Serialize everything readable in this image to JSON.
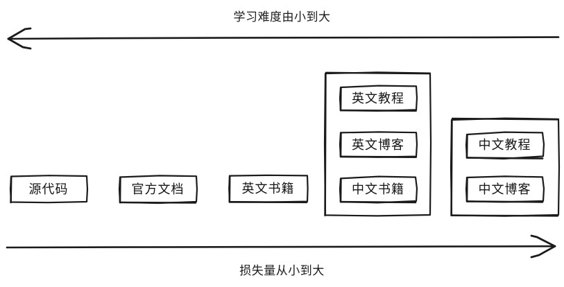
{
  "diagram": {
    "top_axis": {
      "label": "学习难度由小到大",
      "direction": "left",
      "arrowhead": "left-end"
    },
    "bottom_axis": {
      "label": "损失量从小到大",
      "direction": "right",
      "arrowhead": "right-end"
    },
    "nodes": [
      {
        "id": "n1",
        "label": "源代码"
      },
      {
        "id": "n2",
        "label": "官方文档"
      },
      {
        "id": "n3",
        "label": "英文书籍"
      }
    ],
    "groups": [
      {
        "id": "g1",
        "items": [
          {
            "id": "g1a",
            "label": "英文教程"
          },
          {
            "id": "g1b",
            "label": "英文博客"
          },
          {
            "id": "g1c",
            "label": "中文书籍"
          }
        ]
      },
      {
        "id": "g2",
        "items": [
          {
            "id": "g2a",
            "label": "中文教程"
          },
          {
            "id": "g2b",
            "label": "中文博客"
          }
        ]
      }
    ],
    "colors": {
      "stroke": "#1b1b1b",
      "text": "#141414",
      "background": "#ffffff"
    }
  }
}
